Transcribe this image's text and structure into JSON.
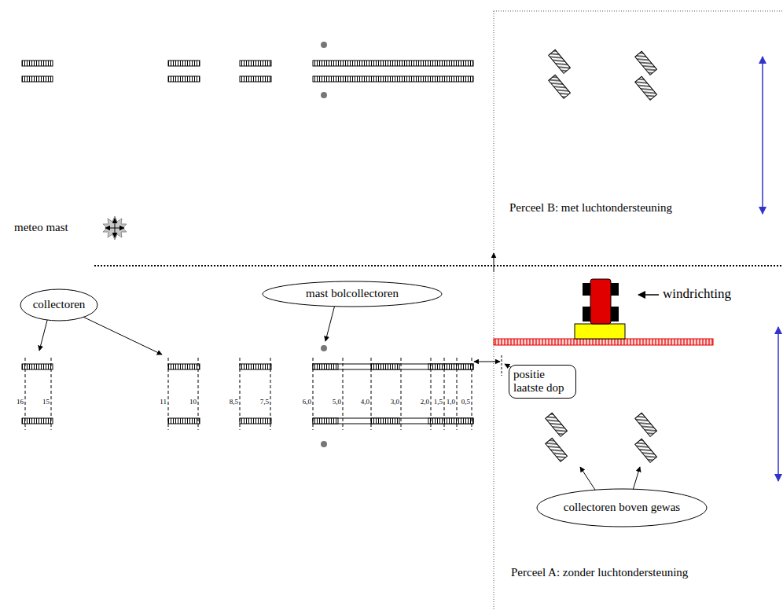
{
  "diagram": {
    "nodes": [
      {
        "text": [
          "collectoren"
        ]
      },
      {
        "text": [
          "mast bolcollectoren"
        ]
      },
      {
        "text": [
          "positie laatste dop"
        ]
      },
      {
        "text": [
          "collectoren boven gewas"
        ]
      }
    ],
    "labels": [
      "Perceel B: met luchtondersteuning",
      "meteo mast",
      "windrichting",
      "16",
      "15",
      "11",
      "10",
      "8,5",
      "7,5",
      "6,0",
      "5,0",
      "4,0",
      "3,0",
      "2,0",
      "1,5",
      "1,0",
      "0,5",
      "Perceel A: zonder luchtondersteuning"
    ]
  }
}
